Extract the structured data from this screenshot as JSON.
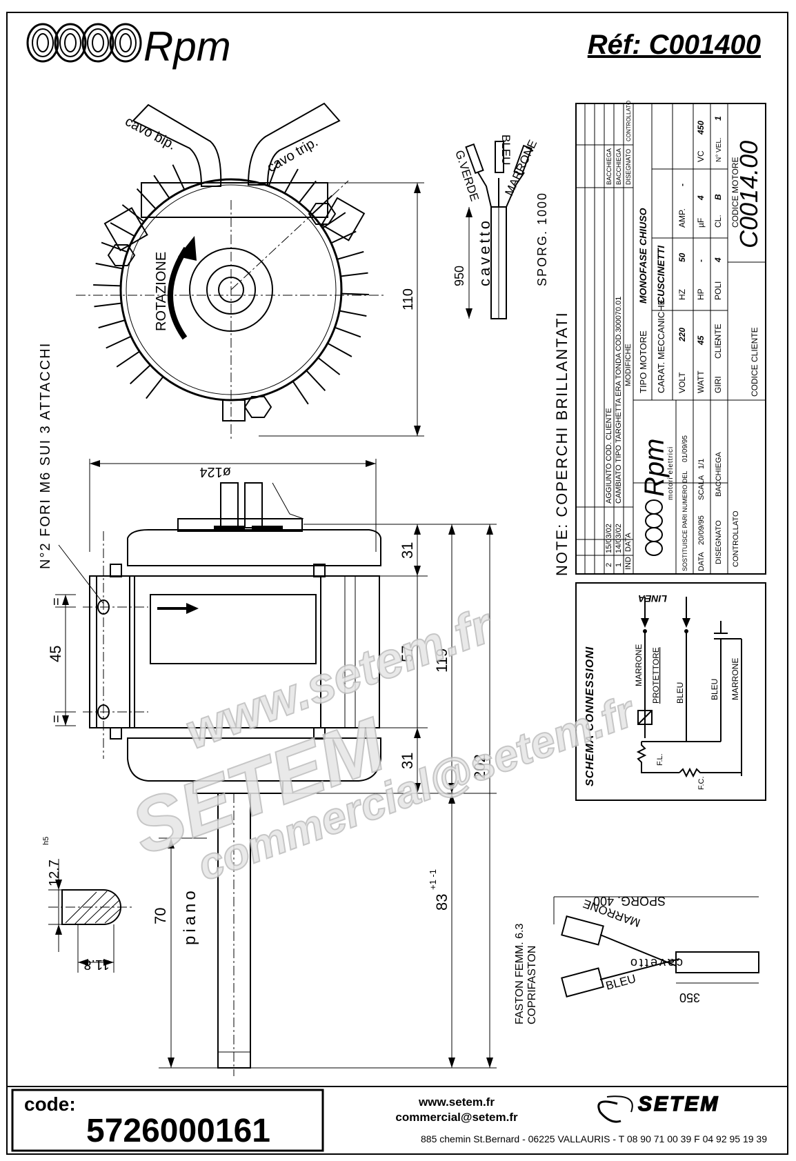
{
  "header": {
    "brand": "Rpm",
    "reference": "Réf:  C001400"
  },
  "top_view": {
    "cable_bip": "cavo bip.",
    "cable_trip": "cavo trip.",
    "rotation": "ROTAZIONE",
    "dim_height": "110"
  },
  "cable_detail": {
    "g_verde": "G.VERDE",
    "bleu": "BLEU",
    "marrone": "MARRONE",
    "cavetto": "cavetto",
    "len": "950",
    "sporg": "SPORG. 1000"
  },
  "side_view": {
    "holes_note": "N°2 FORI M6 SUI 3 ATTACCHI",
    "eq_top": "=",
    "eq_bottom": "=",
    "dim_45": "45",
    "dim_diam": "ø124",
    "dim_31_top": "31",
    "dim_57": "57",
    "dim_31_bottom": "31",
    "dim_119": "119",
    "dim_202": "202",
    "dim_83": "83",
    "dim_83_tol": "+1 -1",
    "dim_70": "70",
    "piano": "piano"
  },
  "shaft_section": {
    "dim_127": "12.7",
    "dim_127_tol": "h5",
    "dim_118": "11.8"
  },
  "note": "NOTE: COPERCHI BRILLANTATI",
  "title_block": {
    "rev_rows": [
      {
        "ind": "2",
        "data": "15/03/02",
        "modifiche": "AGGIUNTO COD. CLIENTE",
        "dis": "BACCHIEGA"
      },
      {
        "ind": "1",
        "data": "14/03/02",
        "modifiche": "CAMBIATO TIPO TARGHETTA ERA TONDA COD.300070.01",
        "dis": "BACCHIEGA"
      }
    ],
    "h_ind": "IND",
    "h_data": "DATA",
    "h_modifiche": "MODIFICHE",
    "h_disegnato": "DISEGNATO",
    "h_controllato": "CONTROLLATO",
    "tipo_motore_label": "TIPO MOTORE",
    "tipo_motore": "MONOFASE CHIUSO",
    "carat_label": "CARAT. MECCANICHE",
    "carat": "CUSCINETTI",
    "specs": [
      {
        "label": "VOLT",
        "value": "220",
        "label2": "HZ",
        "value2": "50",
        "label3": "AMP.",
        "value3": "-"
      },
      {
        "label": "WATT",
        "value": "45",
        "label2": "HP",
        "value2": "-",
        "label3": "µF",
        "value3": "4"
      },
      {
        "label": "GIRI",
        "value": "-",
        "label2": "POLI",
        "value2": "4",
        "label3": "CL.",
        "value3": "B"
      }
    ],
    "vc_label": "VC",
    "vc": "450",
    "nvel_label": "N° VEL.",
    "nvel": "1",
    "codice_motore_label": "CODICE MOTORE",
    "codice_motore": "C0014.00",
    "cliente_label": "CLIENTE",
    "codice_cliente_label": "CODICE CLIENTE",
    "company_sub": "motori elettrici",
    "sostituisce": "SOSTITUISCE PARI NUMERO DEL",
    "sostituisce_date": "01/09/95",
    "data_label": "DATA",
    "data": "20/09/95",
    "scala_label": "SCALA",
    "scala": "1/1",
    "disegnato_label": "DISEGNATO",
    "disegnato": "BACCHIEGA",
    "controllato_label": "CONTROLLATO"
  },
  "schema": {
    "title": "SCHEMA CONNESSIONI",
    "linea": "LINEA",
    "marrone": "MARRONE",
    "protettore": "PROTETTORE",
    "bleu1": "BLEU",
    "bleu2": "BLEU",
    "marrone2": "MARRONE",
    "fl": "F.L.",
    "fc": "F.C."
  },
  "faston": {
    "label1": "FASTON FEMM. 6.3",
    "label2": "COPRIFASTON",
    "sporg": "SPORG. 400",
    "marrone": "MARRONE",
    "bleu": "BLEU",
    "cavetto": "cavetto",
    "len": "350"
  },
  "watermark": {
    "line1": "www.setem.fr",
    "line2": "SETEM",
    "line3": "commercial@setem.fr"
  },
  "footer": {
    "code_label": "code:",
    "code": "5726000161",
    "web": "www.setem.fr",
    "email": "commercial@setem.fr",
    "address": "885 chemin St.Bernard  -  06225 VALLAURIS  -  T 08 90 71 00 39   F 04 92 95 19 39",
    "logo": "SETEM"
  }
}
